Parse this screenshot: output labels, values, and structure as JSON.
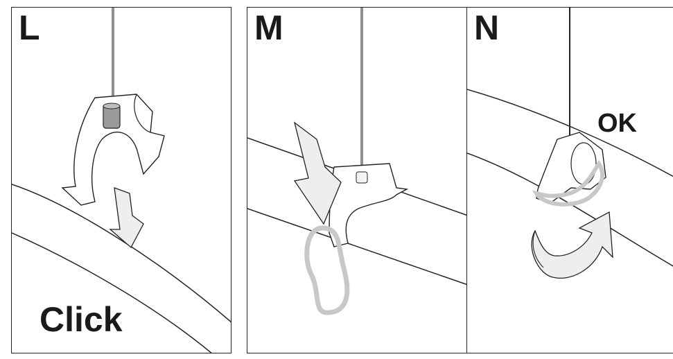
{
  "panels": [
    {
      "letter": "L",
      "caption": "Click",
      "icons": [
        "wire",
        "clip",
        "pipe",
        "arrow-down"
      ]
    },
    {
      "letter": "M",
      "caption": "",
      "icons": [
        "wire",
        "clip",
        "pipe",
        "arrow-down",
        "loop"
      ]
    },
    {
      "letter": "N",
      "caption": "OK",
      "icons": [
        "wire",
        "clip",
        "pipe",
        "arrow-rotate",
        "loop"
      ]
    }
  ],
  "colors": {
    "stroke": "#222222",
    "arrow_fill": "#eeeeee",
    "loop": "#c8c8c8",
    "bead": "#9a9a9a"
  }
}
